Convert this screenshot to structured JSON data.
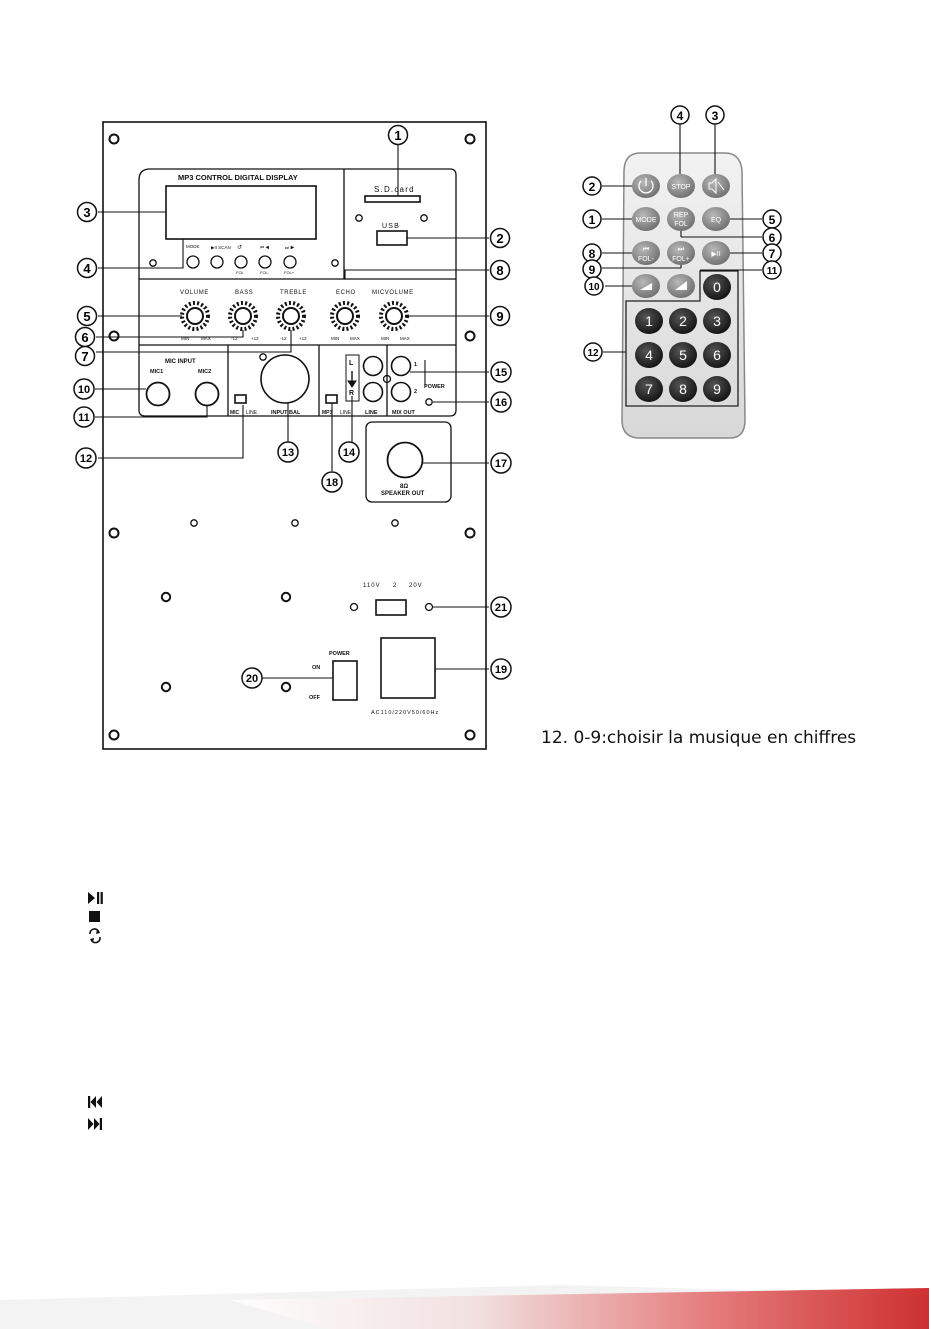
{
  "panel": {
    "display_title": "MP3 CONTROL DIGITAL DISPLAY",
    "sd_label": "S.D.card",
    "usb_label": "USB",
    "buttons": [
      {
        "top": "MODE",
        "bottom": ""
      },
      {
        "top": "▶II SCAN",
        "bottom": ""
      },
      {
        "top": "↺",
        "bottom": "FOL"
      },
      {
        "top": "⏮ ◀",
        "bottom": "FOL-"
      },
      {
        "top": "⏭ ▶",
        "bottom": "FOL+"
      }
    ],
    "knobs": [
      {
        "label": "VOLUME",
        "min": "MIN",
        "max": "MAX"
      },
      {
        "label": "BASS",
        "min": "-12",
        "max": "+12"
      },
      {
        "label": "TREBLE",
        "min": "-12",
        "max": "+12"
      },
      {
        "label": "ECHO",
        "min": "MIN",
        "max": "MAX"
      },
      {
        "label": "MICVOLUME",
        "min": "MIN",
        "max": "MAX"
      }
    ],
    "mic_input_title": "MIC INPUT",
    "mic1": "MIC1",
    "mic2": "MIC2",
    "mic_line_left": "MIC",
    "mic_line_right": "LINE",
    "input_bal": "INPUT BAL",
    "mp3_line_left": "MP3",
    "mp3_line_right": "LINE",
    "line_label": "LINE",
    "l_label": "L",
    "r_label": "R",
    "mix_out": "MIX OUT",
    "power_label": "POWER",
    "out1": "1",
    "out2": "2",
    "speaker_top": "8Ω",
    "speaker_out": "SPEAKER OUT",
    "volt_110": "110V",
    "volt_2": "2",
    "volt_20": "20V",
    "power_switch_title": "POWER",
    "on": "ON",
    "off": "OFF",
    "ac_label": "AC110/220V50/60Hz",
    "callouts": [
      "1",
      "2",
      "3",
      "4",
      "5",
      "6",
      "7",
      "8",
      "9",
      "10",
      "11",
      "12",
      "13",
      "14",
      "15",
      "16",
      "17",
      "18",
      "19",
      "20",
      "21"
    ]
  },
  "remote": {
    "buttons": {
      "stop": "STOP",
      "mode": "MODE",
      "rep": "REP",
      "fol": "FOL",
      "eq": "EQ",
      "fol_minus": "FOL-",
      "fol_plus": "FOL+",
      "digits": [
        "0",
        "1",
        "2",
        "3",
        "4",
        "5",
        "6",
        "7",
        "8",
        "9"
      ]
    },
    "callouts": [
      "1",
      "2",
      "3",
      "4",
      "5",
      "6",
      "7",
      "8",
      "9",
      "10",
      "11",
      "12"
    ]
  },
  "note": "12. 0-9:choisir la musique en chiffres",
  "icons": [
    "play-pause-icon",
    "stop-icon",
    "repeat-icon",
    "previous-icon",
    "next-icon"
  ]
}
